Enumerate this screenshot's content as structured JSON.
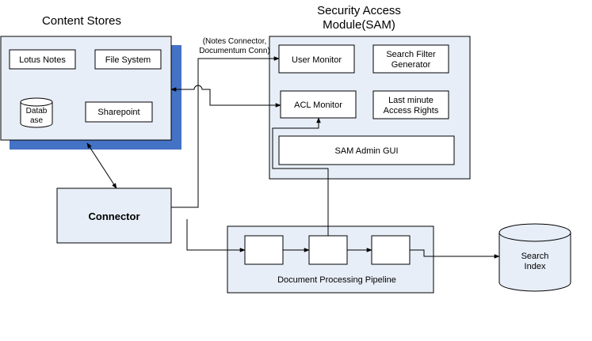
{
  "colors": {
    "panel_fill": "#e8eef8",
    "panel_stroke": "#000000",
    "shadow": "#4472c4",
    "box_fill": "#ffffff",
    "line": "#000000"
  },
  "content_stores": {
    "title": "Content Stores",
    "lotus_notes": "Lotus Notes",
    "file_system": "File System",
    "database_line1": "Datab",
    "database_line2": "ase",
    "sharepoint": "Sharepoint"
  },
  "sam": {
    "title_line1": "Security Access",
    "title_line2": "Module(SAM)",
    "user_monitor": "User Monitor",
    "search_filter_line1": "Search Filter",
    "search_filter_line2": "Generator",
    "acl_monitor": "ACL Monitor",
    "last_minute_line1": "Last minute",
    "last_minute_line2": "Access Rights",
    "admin_gui": "SAM Admin GUI"
  },
  "connector": {
    "label": "Connector"
  },
  "connector_note": {
    "line1": "(Notes Connector,",
    "line2": "Documentum Conn)"
  },
  "pipeline": {
    "label": "Document Processing Pipeline"
  },
  "search_index": {
    "line1": "Search",
    "line2": "Index"
  }
}
